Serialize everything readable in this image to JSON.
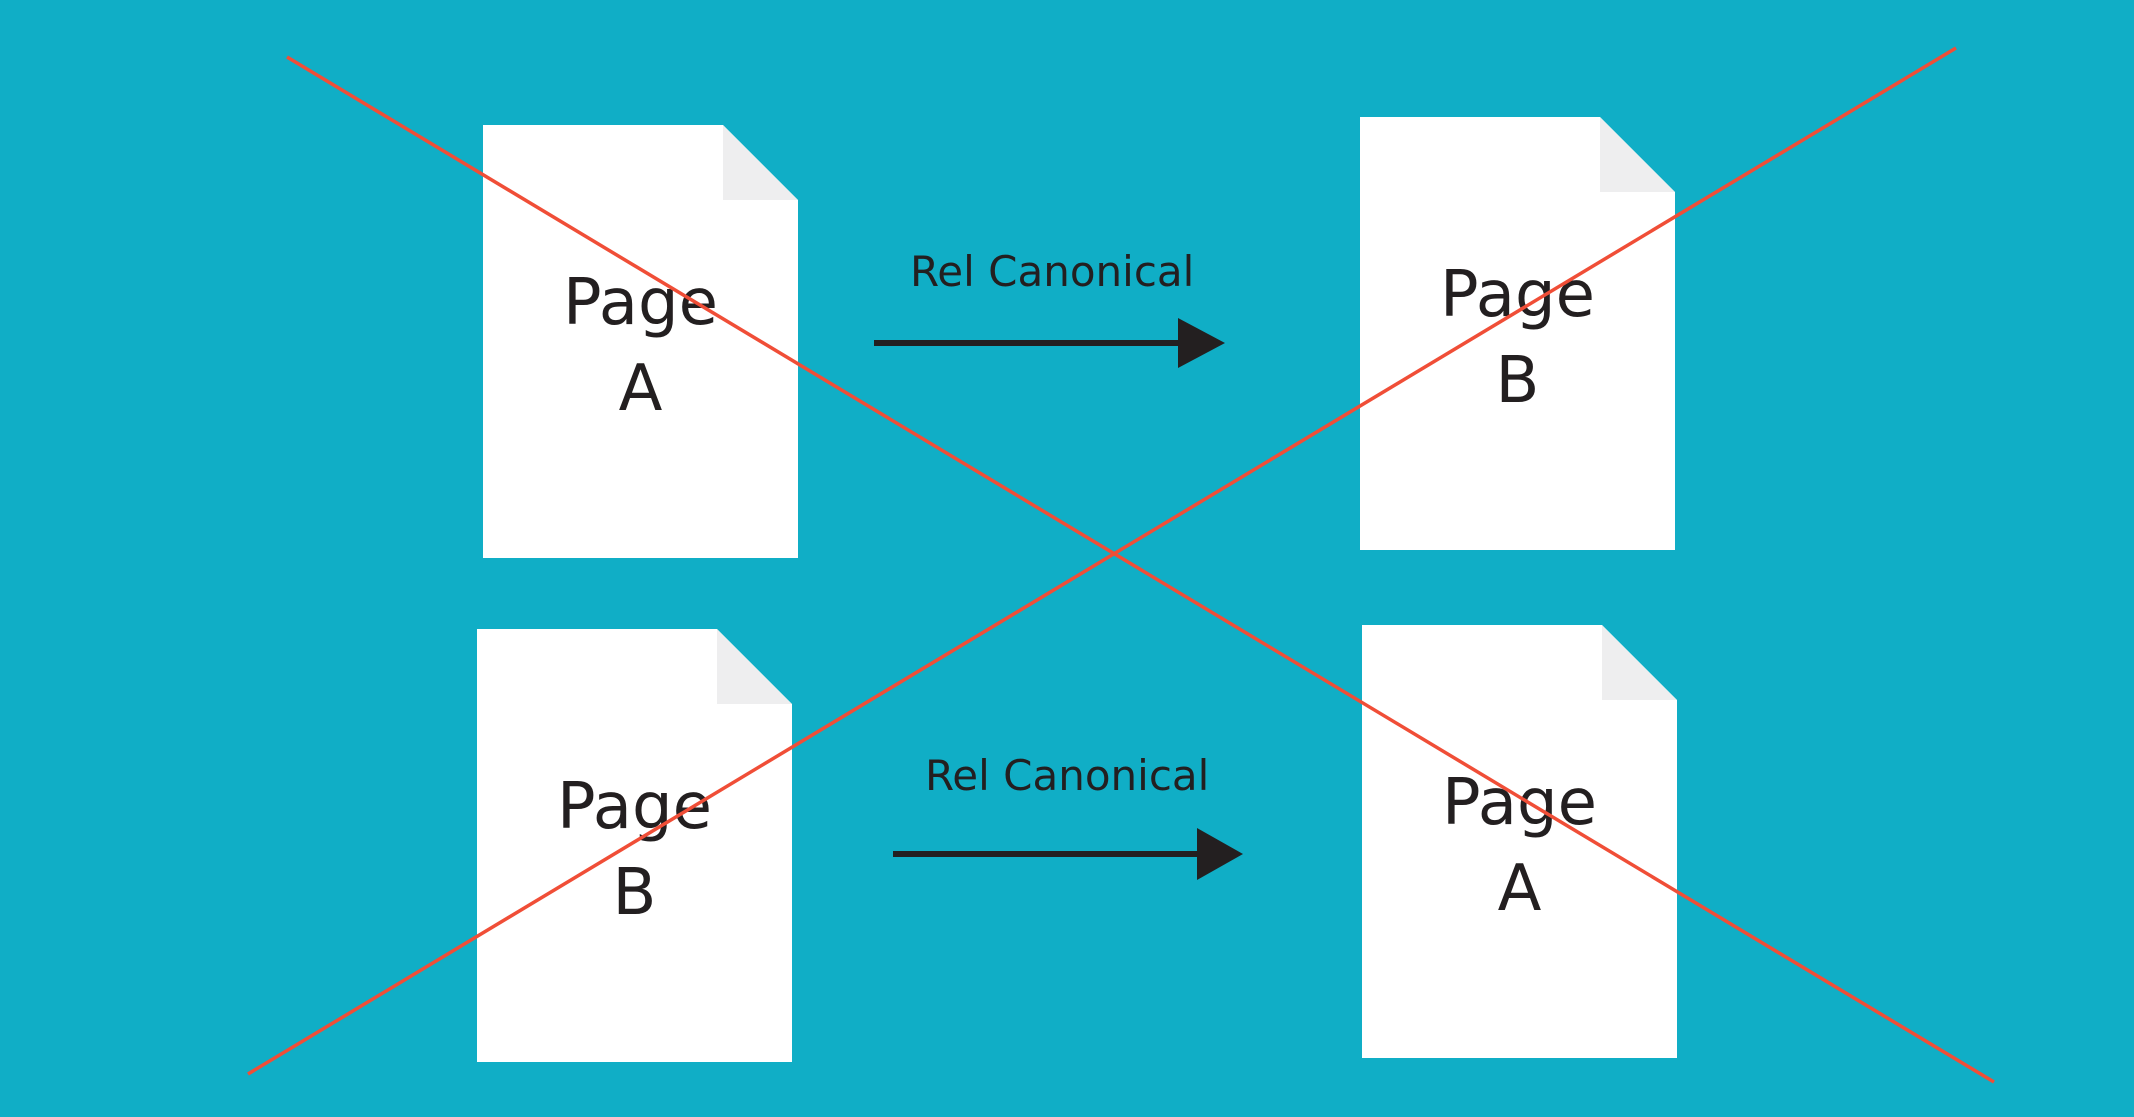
{
  "diagram": {
    "top_row": {
      "source": {
        "line1": "Page",
        "line2": "A"
      },
      "arrow_label": "Rel Canonical",
      "target": {
        "line1": "Page",
        "line2": "B"
      }
    },
    "bottom_row": {
      "source": {
        "line1": "Page",
        "line2": "B"
      },
      "arrow_label": "Rel Canonical",
      "target": {
        "line1": "Page",
        "line2": "A"
      }
    }
  },
  "colors": {
    "background": "#10aec6",
    "page": "#ffffff",
    "page_fold": "#eeeeef",
    "text": "#231f20",
    "cross": "#f04e37"
  }
}
